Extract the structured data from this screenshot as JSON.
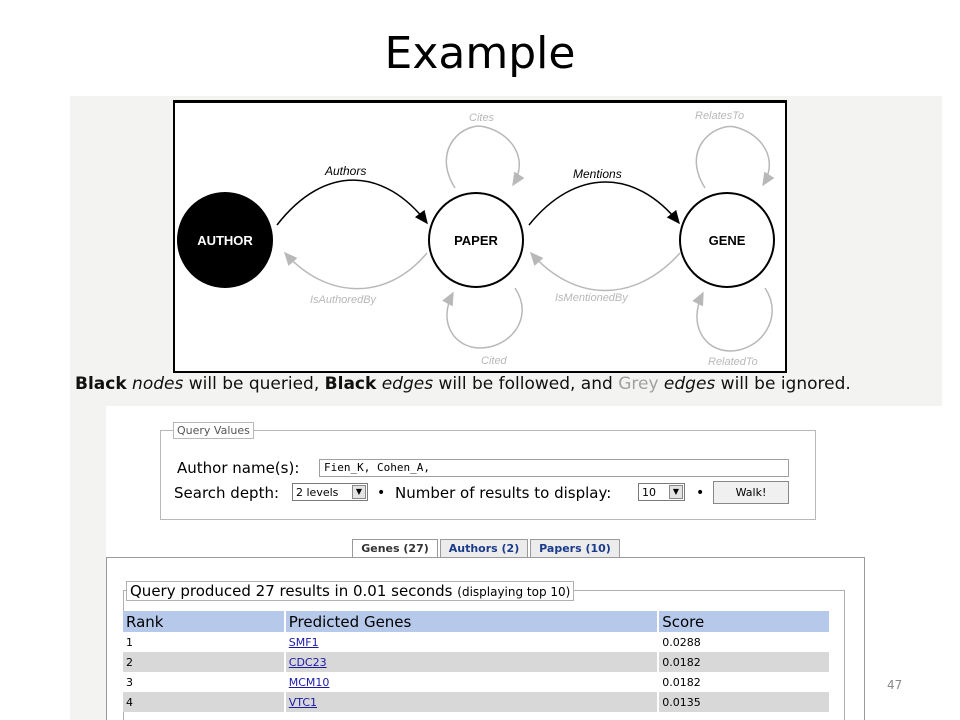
{
  "slide": {
    "title": "Example",
    "page_number": "47"
  },
  "diagram": {
    "nodes": {
      "author": "AUTHOR",
      "paper": "PAPER",
      "gene": "GENE"
    },
    "edges": {
      "authors": "Authors",
      "mentions": "Mentions",
      "cites": "Cites",
      "cited": "Cited",
      "relates_to": "RelatesTo",
      "related_to": "RelatedTo",
      "is_authored_by": "IsAuthoredBy",
      "is_mentioned_by": "IsMentionedBy"
    },
    "legend": {
      "black1": "Black",
      "nodes_text": " nodes",
      "queried": " will be queried, ",
      "black2": "Black",
      "edges_text1": " edges",
      "followed": " will be followed, and ",
      "grey": "Grey",
      "edges_text2": " edges",
      "ignored": " will be ignored."
    },
    "colors": {
      "active": "#000000",
      "ignored": "#b8b8b8"
    }
  },
  "query": {
    "legend": "Query Values",
    "author_label": "Author name(s):",
    "author_value": "Fien_K, Cohen_A,",
    "depth_label": "Search depth:",
    "depth_value": "2 levels",
    "results_label": "Number of results to display:",
    "results_value": "10",
    "walk_label": "Walk!"
  },
  "tabs": [
    {
      "label": "Genes (27)",
      "active": true
    },
    {
      "label": "Authors (2)",
      "active": false
    },
    {
      "label": "Papers (10)",
      "active": false
    }
  ],
  "results": {
    "caption_main": "Query produced 27 results in 0.01 seconds",
    "caption_small": "(displaying top 10)",
    "columns": [
      "Rank",
      "Predicted Genes",
      "Score"
    ],
    "rows": [
      {
        "rank": "1",
        "gene": "SMF1",
        "score": "0.0288"
      },
      {
        "rank": "2",
        "gene": "CDC23",
        "score": "0.0182"
      },
      {
        "rank": "3",
        "gene": "MCM10",
        "score": "0.0182"
      },
      {
        "rank": "4",
        "gene": "VTC1",
        "score": "0.0135"
      }
    ]
  }
}
